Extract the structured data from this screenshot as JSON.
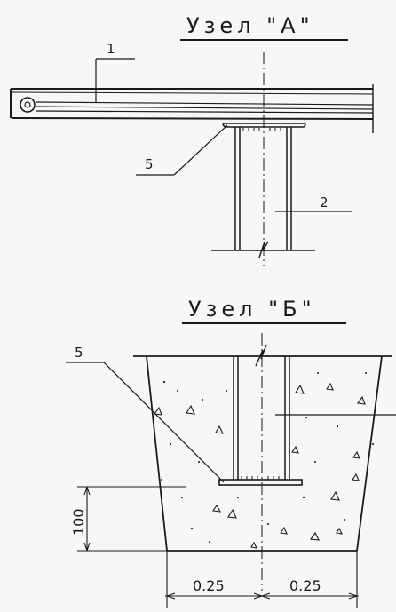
{
  "detail_a": {
    "title": "Узел \"А\"",
    "callouts": [
      "1",
      "5",
      "2"
    ]
  },
  "detail_b": {
    "title": "Узел \"Б\"",
    "callouts": [
      "5"
    ],
    "dimensions": {
      "depth": "100",
      "width_left": "0.25",
      "width_right": "0.25"
    }
  },
  "colors": {
    "ink": "#1a1a1a",
    "paper": "#f7f6f9"
  }
}
